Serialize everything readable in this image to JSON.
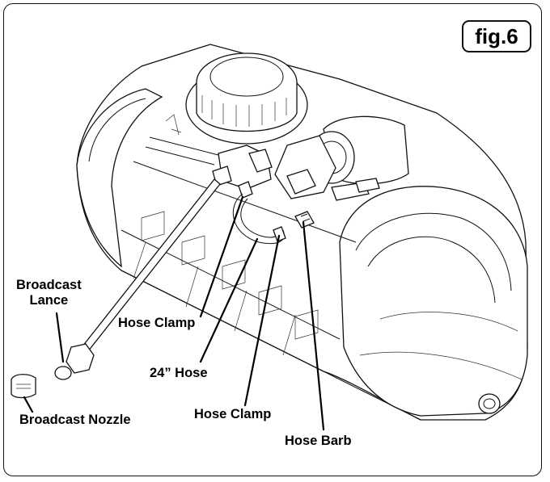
{
  "figure": {
    "badge": "fig.6"
  },
  "callouts": {
    "broadcast_lance": "Broadcast\nLance",
    "hose_clamp_upper": "Hose Clamp",
    "hose_24": "24” Hose",
    "broadcast_nozzle": "Broadcast Nozzle",
    "hose_clamp_lower": "Hose Clamp",
    "hose_barb": "Hose Barb"
  }
}
